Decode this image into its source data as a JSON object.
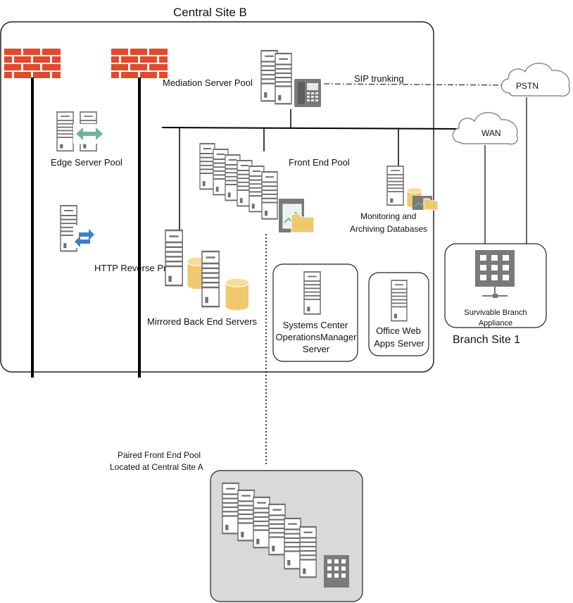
{
  "central_site": {
    "title": "Central Site B"
  },
  "labels": {
    "mediation_pool": "Mediation Server Pool",
    "sip_trunking": "SIP trunking",
    "pstn": "PSTN",
    "wan": "WAN",
    "edge_pool": "Edge Server Pool",
    "front_end_pool": "Front End Pool",
    "monitoring_line1": "Monitoring and",
    "monitoring_line2": "Archiving Databases",
    "http_reverse": "HTTP Reverse Pr",
    "mirrored_back_end": "Mirrored Back End Servers",
    "scom_line1": "Systems Center",
    "scom_line2": "OperationsManager",
    "scom_line3": "Server",
    "owa_line1": "Office Web",
    "owa_line2": "Apps Server",
    "sba_line1": "Survivable Branch",
    "sba_line2": "Appliance",
    "branch_site": "Branch Site 1",
    "paired_line1": "Paired Front End Pool",
    "paired_line2": "Located at Central Site A"
  },
  "colors": {
    "firewall": "#e04a2f",
    "database": "#f0c86e",
    "arrow_green": "#6fb59a",
    "arrow_blue": "#3d7fc1",
    "building": "#7a7a7a",
    "paired_box_fill": "#d9d9d9"
  },
  "icons": [
    "firewall-icon",
    "server-icon",
    "phone-icon",
    "cloud-icon",
    "database-icon",
    "chart-icon",
    "folder-icon",
    "building-icon",
    "exchange-arrows-icon"
  ]
}
